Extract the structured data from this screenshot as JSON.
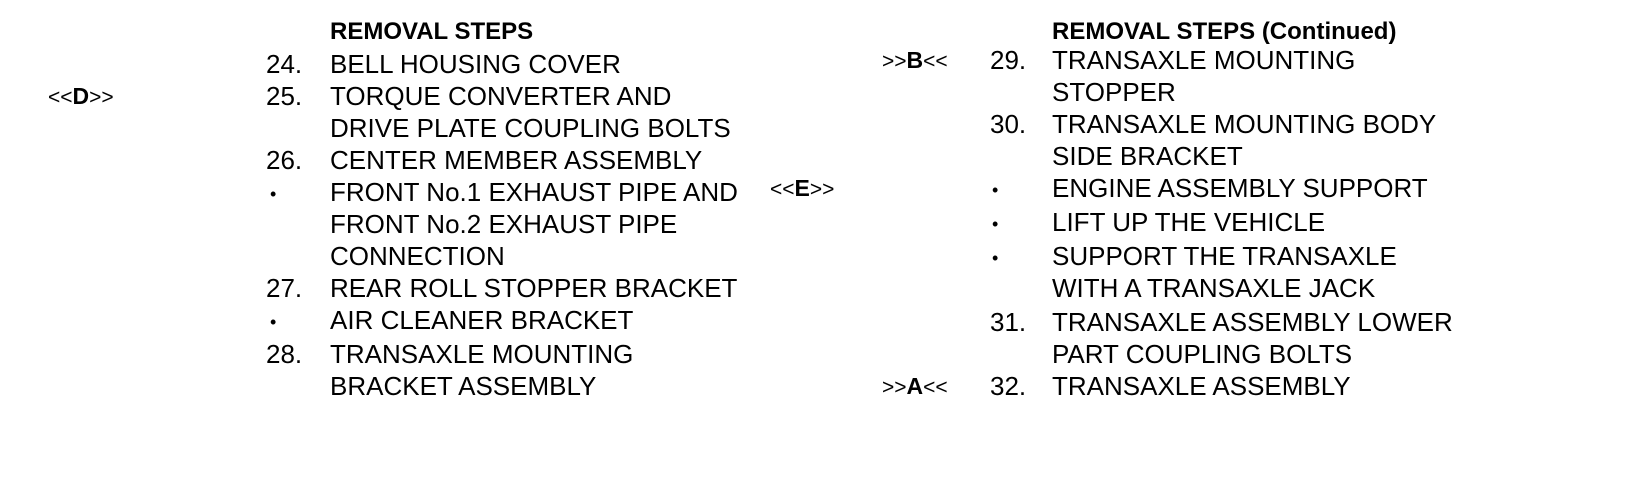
{
  "left": {
    "heading": "REMOVAL STEPS",
    "items": [
      {
        "ref_pre": "",
        "ref_letter": "",
        "ref_post": "",
        "marker": "24.",
        "text": "BELL HOUSING COVER"
      },
      {
        "ref_pre": "<<",
        "ref_letter": "D",
        "ref_post": ">>",
        "marker": "25.",
        "text": "TORQUE CONVERTER AND\nDRIVE PLATE COUPLING BOLTS"
      },
      {
        "ref_pre": "",
        "ref_letter": "",
        "ref_post": "",
        "marker": "26.",
        "text": "CENTER MEMBER ASSEMBLY"
      },
      {
        "ref_pre": "",
        "ref_letter": "",
        "ref_post": "",
        "marker": "•",
        "text": "FRONT No.1 EXHAUST PIPE AND\nFRONT No.2 EXHAUST PIPE\nCONNECTION"
      },
      {
        "ref_pre": "",
        "ref_letter": "",
        "ref_post": "",
        "marker": "27.",
        "text": "REAR ROLL STOPPER BRACKET"
      },
      {
        "ref_pre": "",
        "ref_letter": "",
        "ref_post": "",
        "marker": "•",
        "text": "AIR CLEANER BRACKET"
      },
      {
        "ref_pre": "",
        "ref_letter": "",
        "ref_post": "",
        "marker": "28.",
        "text": "TRANSAXLE MOUNTING\nBRACKET ASSEMBLY"
      }
    ]
  },
  "right": {
    "heading": "REMOVAL STEPS (Continued)",
    "items": [
      {
        "ref_pre": ">>",
        "ref_letter": "B",
        "ref_post": "<<",
        "marker": "29.",
        "text": "TRANSAXLE MOUNTING\nSTOPPER"
      },
      {
        "ref_pre": "",
        "ref_letter": "",
        "ref_post": "",
        "marker": "30.",
        "text": "TRANSAXLE MOUNTING BODY\nSIDE BRACKET"
      },
      {
        "ref_pre": "<<",
        "ref_letter": "E",
        "ref_post": ">>",
        "marker": "•",
        "text": "ENGINE ASSEMBLY SUPPORT"
      },
      {
        "ref_pre": "",
        "ref_letter": "",
        "ref_post": "",
        "marker": "•",
        "text": "LIFT UP THE VEHICLE"
      },
      {
        "ref_pre": "",
        "ref_letter": "",
        "ref_post": "",
        "marker": "•",
        "text": "SUPPORT THE TRANSAXLE\nWITH A TRANSAXLE JACK"
      },
      {
        "ref_pre": "",
        "ref_letter": "",
        "ref_post": "",
        "marker": "31.",
        "text": "TRANSAXLE ASSEMBLY LOWER\nPART COUPLING BOLTS"
      },
      {
        "ref_pre": ">>",
        "ref_letter": "A",
        "ref_post": "<<",
        "marker": "32.",
        "text": "TRANSAXLE ASSEMBLY"
      }
    ]
  }
}
